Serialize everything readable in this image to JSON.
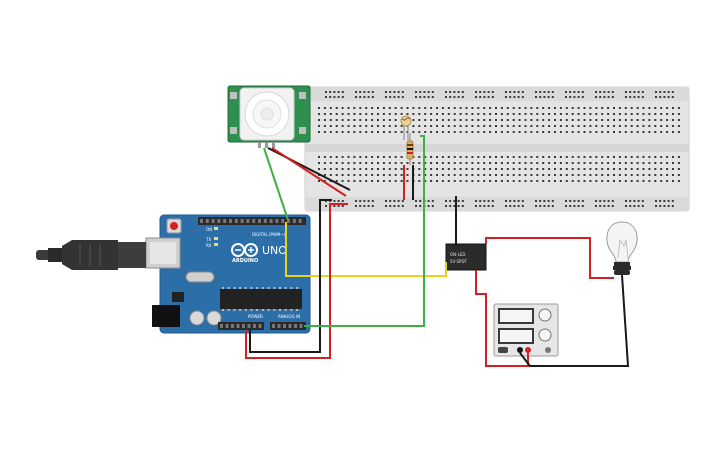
{
  "colors": {
    "background": "#ffffff",
    "breadboard": "#e4e4e4",
    "breadboard_rail": "#d6d6d6",
    "hole": "#3a3a3a",
    "arduino": "#2c6ea8",
    "arduino_dark": "#1f5a8e",
    "pir_board": "#2f8f4e",
    "relay": "#2b2b2b",
    "wire_red": "#d42020",
    "wire_black": "#1a1a1a",
    "wire_green": "#3cb043",
    "wire_yellow": "#e8d21a",
    "supply_body": "#e6e6e6",
    "bulb_glass": "#f4f4f4"
  },
  "arduino": {
    "brand": "ARDUINO",
    "model": "UNO",
    "digital_label": "DIGITAL (PWM~)",
    "power_label": "POWER",
    "analog_label": "ANALOG IN",
    "on_label": "ON",
    "tx_label": "TX",
    "rx_label": "RX"
  },
  "relay": {
    "line1": "ON-LED",
    "line2": "5V-SPDT"
  },
  "icons": {
    "usb_cable": "usb-cable-icon",
    "pir_sensor": "pir-sensor-icon",
    "photoresistor": "photoresistor-icon",
    "resistor": "resistor-icon",
    "relay": "relay-icon",
    "light_bulb": "light-bulb-icon",
    "power_supply": "power-supply-icon"
  }
}
